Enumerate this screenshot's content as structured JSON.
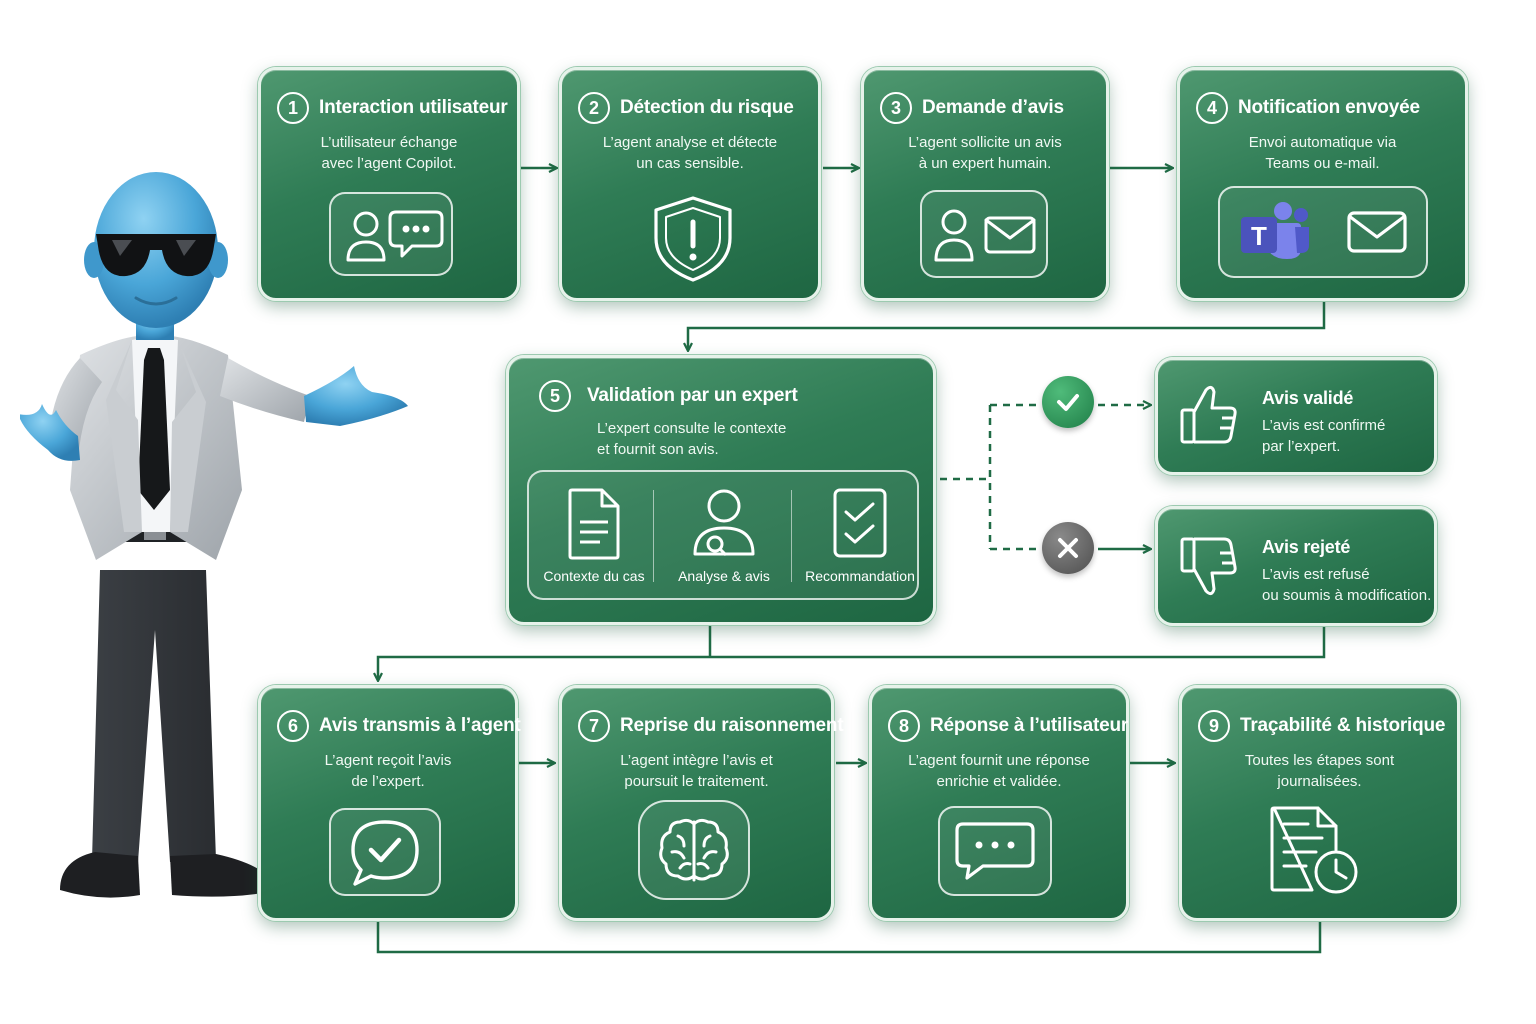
{
  "steps": [
    {
      "num": "1",
      "title": "Interaction utilisateur",
      "desc": [
        "L’utilisateur échange",
        "avec l’agent Copilot."
      ],
      "icon": "user-chat-icon"
    },
    {
      "num": "2",
      "title": "Détection du risque",
      "desc": [
        "L’agent analyse et détecte",
        "un cas sensible."
      ],
      "icon": "shield-alert-icon"
    },
    {
      "num": "3",
      "title": "Demande d’avis",
      "desc": [
        "L’agent sollicite un avis",
        "à un expert humain."
      ],
      "icon": "user-mail-icon"
    },
    {
      "num": "4",
      "title": "Notification envoyée",
      "desc": [
        "Envoi automatique via",
        "Teams ou e-mail."
      ],
      "icon": "teams-mail-icon"
    },
    {
      "num": "5",
      "title": "Validation par un expert",
      "desc": [
        "L’expert consulte le contexte",
        "et fournit son avis."
      ],
      "icon": "validation-panel"
    },
    {
      "num": "6",
      "title": "Avis transmis à l’agent",
      "desc": [
        "L’agent reçoit l’avis",
        "de l’expert."
      ],
      "icon": "chat-check-icon"
    },
    {
      "num": "7",
      "title": "Reprise du raisonnement",
      "desc": [
        "L’agent intègre l’avis et",
        "poursuit le traitement."
      ],
      "icon": "brain-icon"
    },
    {
      "num": "8",
      "title": "Réponse à l’utilisateur",
      "desc": [
        "L’agent fournit une réponse",
        "enrichie et validée."
      ],
      "icon": "chat-dots-icon"
    },
    {
      "num": "9",
      "title": "Traçabilité & historique",
      "desc": [
        "Toutes les étapes sont",
        "journalisées."
      ],
      "icon": "document-clock-icon"
    }
  ],
  "expert_panel": [
    {
      "label": "Contexte du cas",
      "icon": "document-icon"
    },
    {
      "label": "Analyse & avis",
      "icon": "expert-user-icon"
    },
    {
      "label": "Recommandation",
      "icon": "checklist-icon"
    }
  ],
  "outcomes": {
    "validated": {
      "title": "Avis validé",
      "desc": [
        "L’avis est confirmé",
        "par l’expert."
      ],
      "icon": "thumbs-up-icon",
      "status_icon": "check-icon"
    },
    "rejected": {
      "title": "Avis rejeté",
      "desc": [
        "L’avis est refusé",
        "ou soumis à modification."
      ],
      "icon": "thumbs-down-icon",
      "status_icon": "cross-icon"
    }
  },
  "teams_letter": "T",
  "colors": {
    "card": "#2f7c55",
    "connector": "#1f6b45",
    "validated": "#1f7d47",
    "rejected": "#555555",
    "teams": "#5059c9"
  }
}
